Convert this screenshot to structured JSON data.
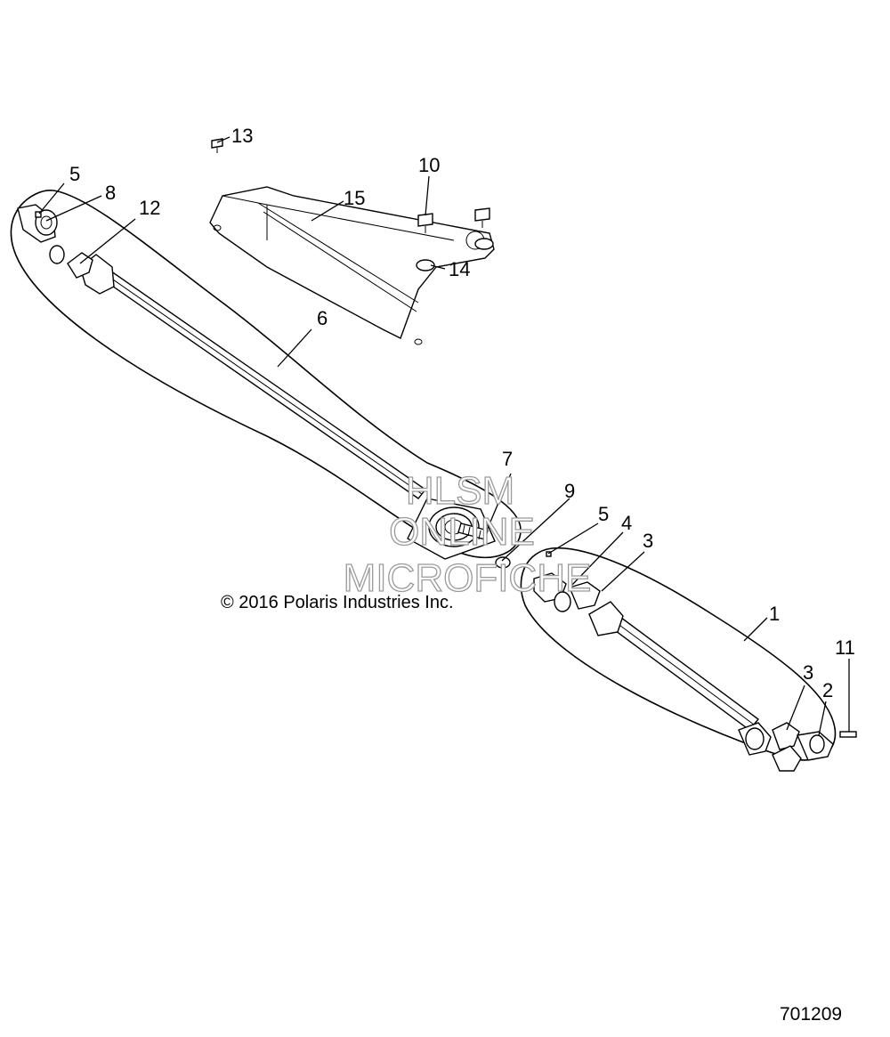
{
  "labels": {
    "l13": "13",
    "l10": "10",
    "l15": "15",
    "l5a": "5",
    "l8": "8",
    "l12": "12",
    "l14": "14",
    "l6": "6",
    "l7": "7",
    "l9": "9",
    "l5b": "5",
    "l4": "4",
    "l3a": "3",
    "l1": "1",
    "l11": "11",
    "l3b": "3",
    "l2": "2"
  },
  "watermark": {
    "line1": "HLSM",
    "line2": "ONLINE",
    "line3": "MICROFICHE"
  },
  "copyright": "© 2016 Polaris Industries Inc.",
  "diagram_id": "701209"
}
